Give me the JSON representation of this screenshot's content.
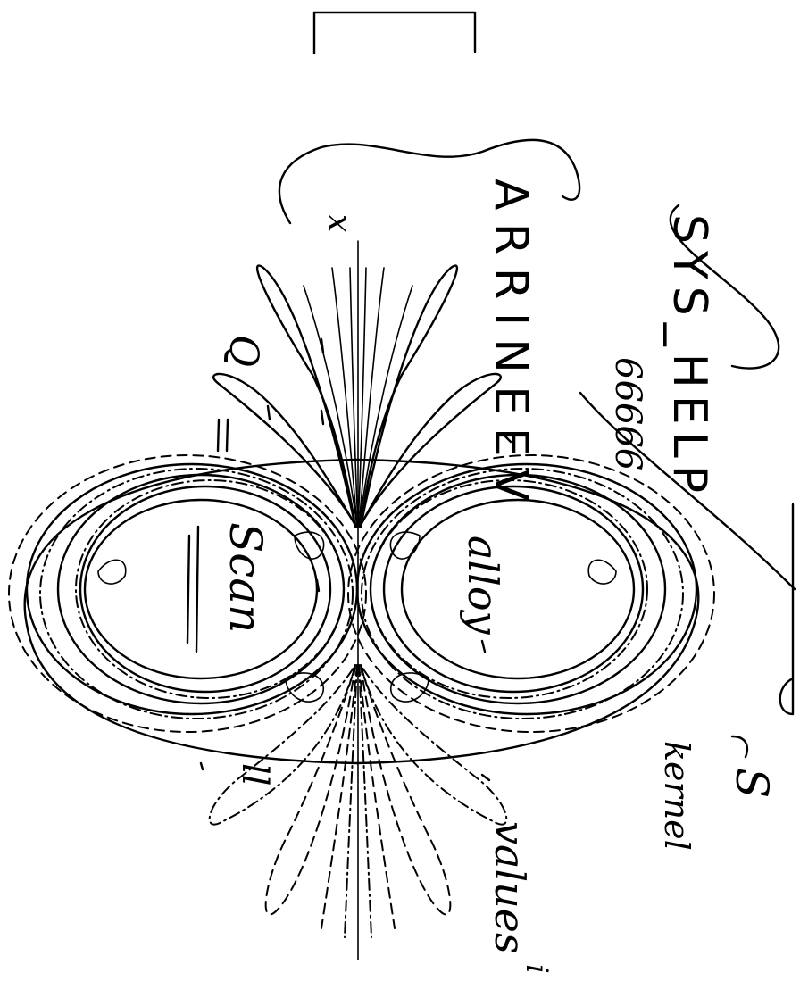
{
  "annotations": {
    "title_letters": "ARRINEEV",
    "sys_label": "SYS_HELP",
    "code": "66666",
    "word_scan": "Scan",
    "word_alloy": "alloy",
    "letter_s": "S",
    "word_kernel": "kernel",
    "word_values": "values",
    "mark_q": "Q",
    "mark_x": "x",
    "mark_ll": "ll",
    "mark_i": "i"
  }
}
